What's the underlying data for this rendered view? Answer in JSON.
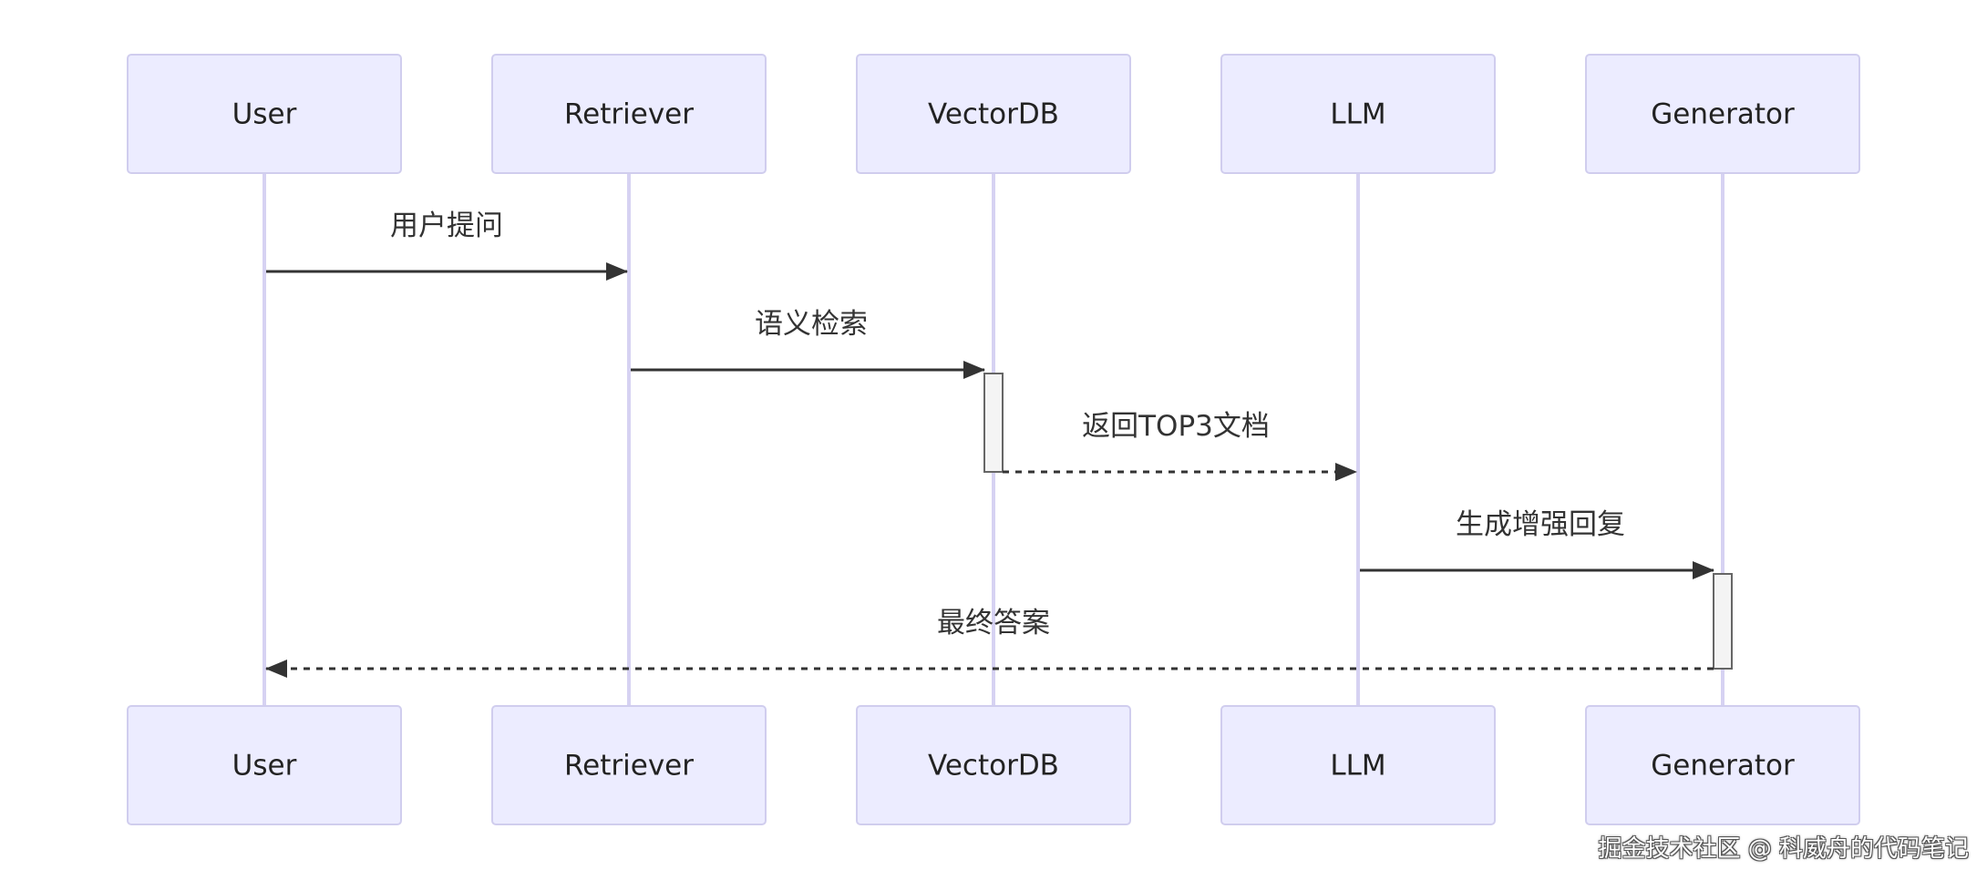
{
  "diagram": {
    "type": "sequence",
    "participants": [
      {
        "id": "user",
        "label": "User"
      },
      {
        "id": "retriever",
        "label": "Retriever"
      },
      {
        "id": "vectordb",
        "label": "VectorDB"
      },
      {
        "id": "llm",
        "label": "LLM"
      },
      {
        "id": "generator",
        "label": "Generator"
      }
    ],
    "messages": [
      {
        "from": "user",
        "to": "retriever",
        "label": "用户提问",
        "style": "solid"
      },
      {
        "from": "retriever",
        "to": "vectordb",
        "label": "语义检索",
        "style": "solid"
      },
      {
        "from": "vectordb",
        "to": "llm",
        "label": "返回TOP3文档",
        "style": "dashed"
      },
      {
        "from": "llm",
        "to": "generator",
        "label": "生成增强回复",
        "style": "solid"
      },
      {
        "from": "generator",
        "to": "user",
        "label": "最终答案",
        "style": "dashed"
      }
    ],
    "activations": [
      {
        "participant": "vectordb",
        "from_message": 1,
        "to_message": 2
      },
      {
        "participant": "generator",
        "from_message": 3,
        "to_message": 4
      }
    ],
    "colors": {
      "actor_fill": "#ececff",
      "actor_stroke": "#d0cdee",
      "lifeline": "#d6d2f2",
      "message": "#333333"
    }
  },
  "watermark": "掘金技术社区 @ 科威舟的代码笔记"
}
